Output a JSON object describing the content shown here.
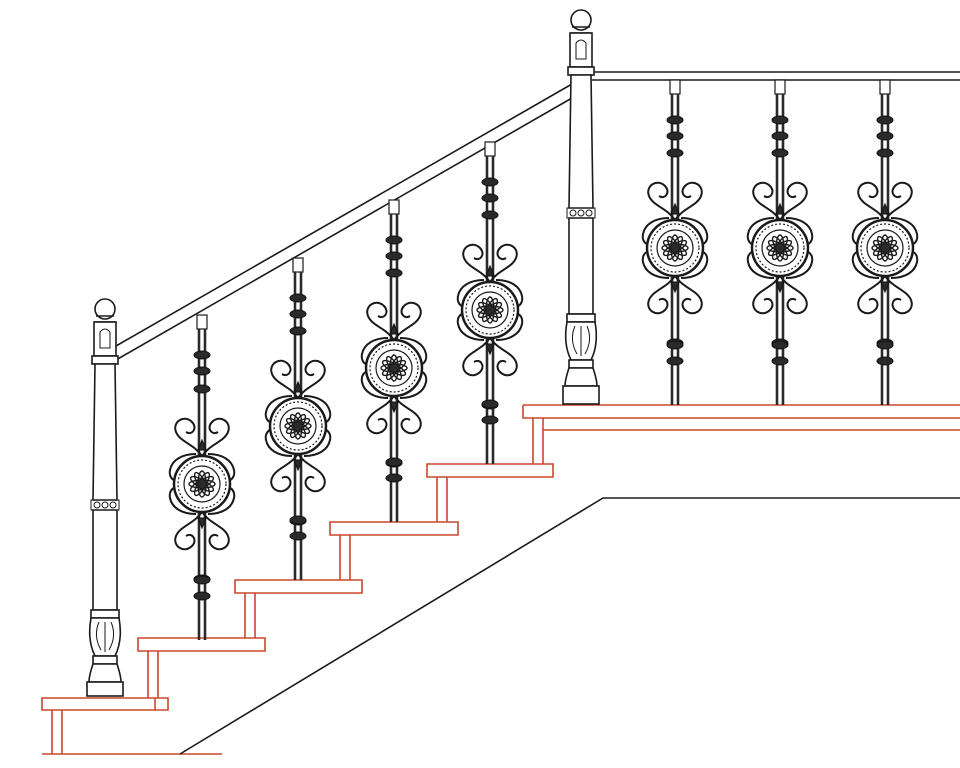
{
  "drawing": {
    "subject": "staircase-elevation",
    "colors": {
      "line": "#1a1a1a",
      "step": "#c9482b",
      "ironwork": "#2a2a2a",
      "background": "#ffffff"
    },
    "counts": {
      "stair_steps": 5,
      "stair_balusters": 4,
      "landing_balusters": 3,
      "newel_posts": 2
    },
    "icons": {
      "newel_post": "newel-post-icon",
      "baluster": "ornamental-baluster-icon",
      "rosette": "rosette-icon"
    }
  }
}
